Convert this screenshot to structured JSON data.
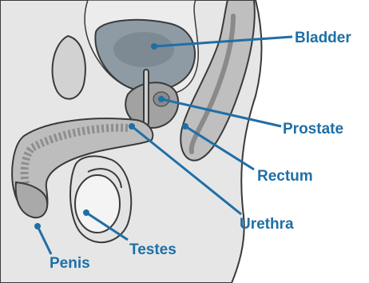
{
  "diagram": {
    "labels": {
      "bladder": "Bladder",
      "prostate": "Prostate",
      "rectum": "Rectum",
      "urethra": "Urethra",
      "testes": "Testes",
      "penis": "Penis"
    },
    "colors": {
      "label_text": "#1f6fa6",
      "leader_line": "#1f6fa6",
      "outline": "#3a3a3a",
      "tissue_light": "#e3e3e3",
      "tissue_mid": "#cfcfcf",
      "tissue_dark": "#a9a9a9",
      "organ_fill": "#8f9ba4",
      "background": "#ffffff"
    }
  }
}
